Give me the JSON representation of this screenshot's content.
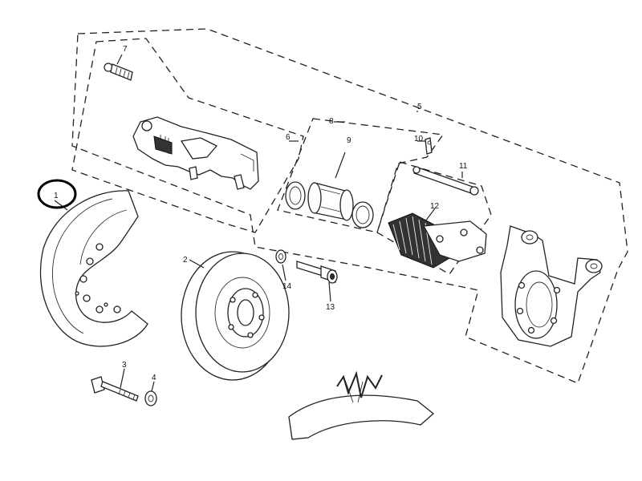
{
  "diagram": {
    "callouts": [
      {
        "id": "c1",
        "label": "1"
      },
      {
        "id": "c2",
        "label": "2"
      },
      {
        "id": "c3",
        "label": "3"
      },
      {
        "id": "c4",
        "label": "4"
      },
      {
        "id": "c5",
        "label": "5"
      },
      {
        "id": "c6",
        "label": "6"
      },
      {
        "id": "c7",
        "label": "7"
      },
      {
        "id": "c8",
        "label": "8"
      },
      {
        "id": "c9",
        "label": "9"
      },
      {
        "id": "c10",
        "label": "10"
      },
      {
        "id": "c11",
        "label": "11"
      },
      {
        "id": "c12",
        "label": "12"
      },
      {
        "id": "c13",
        "label": "13"
      },
      {
        "id": "c14",
        "label": "14"
      }
    ],
    "highlight": {
      "target": "1",
      "color": "#000000"
    }
  }
}
